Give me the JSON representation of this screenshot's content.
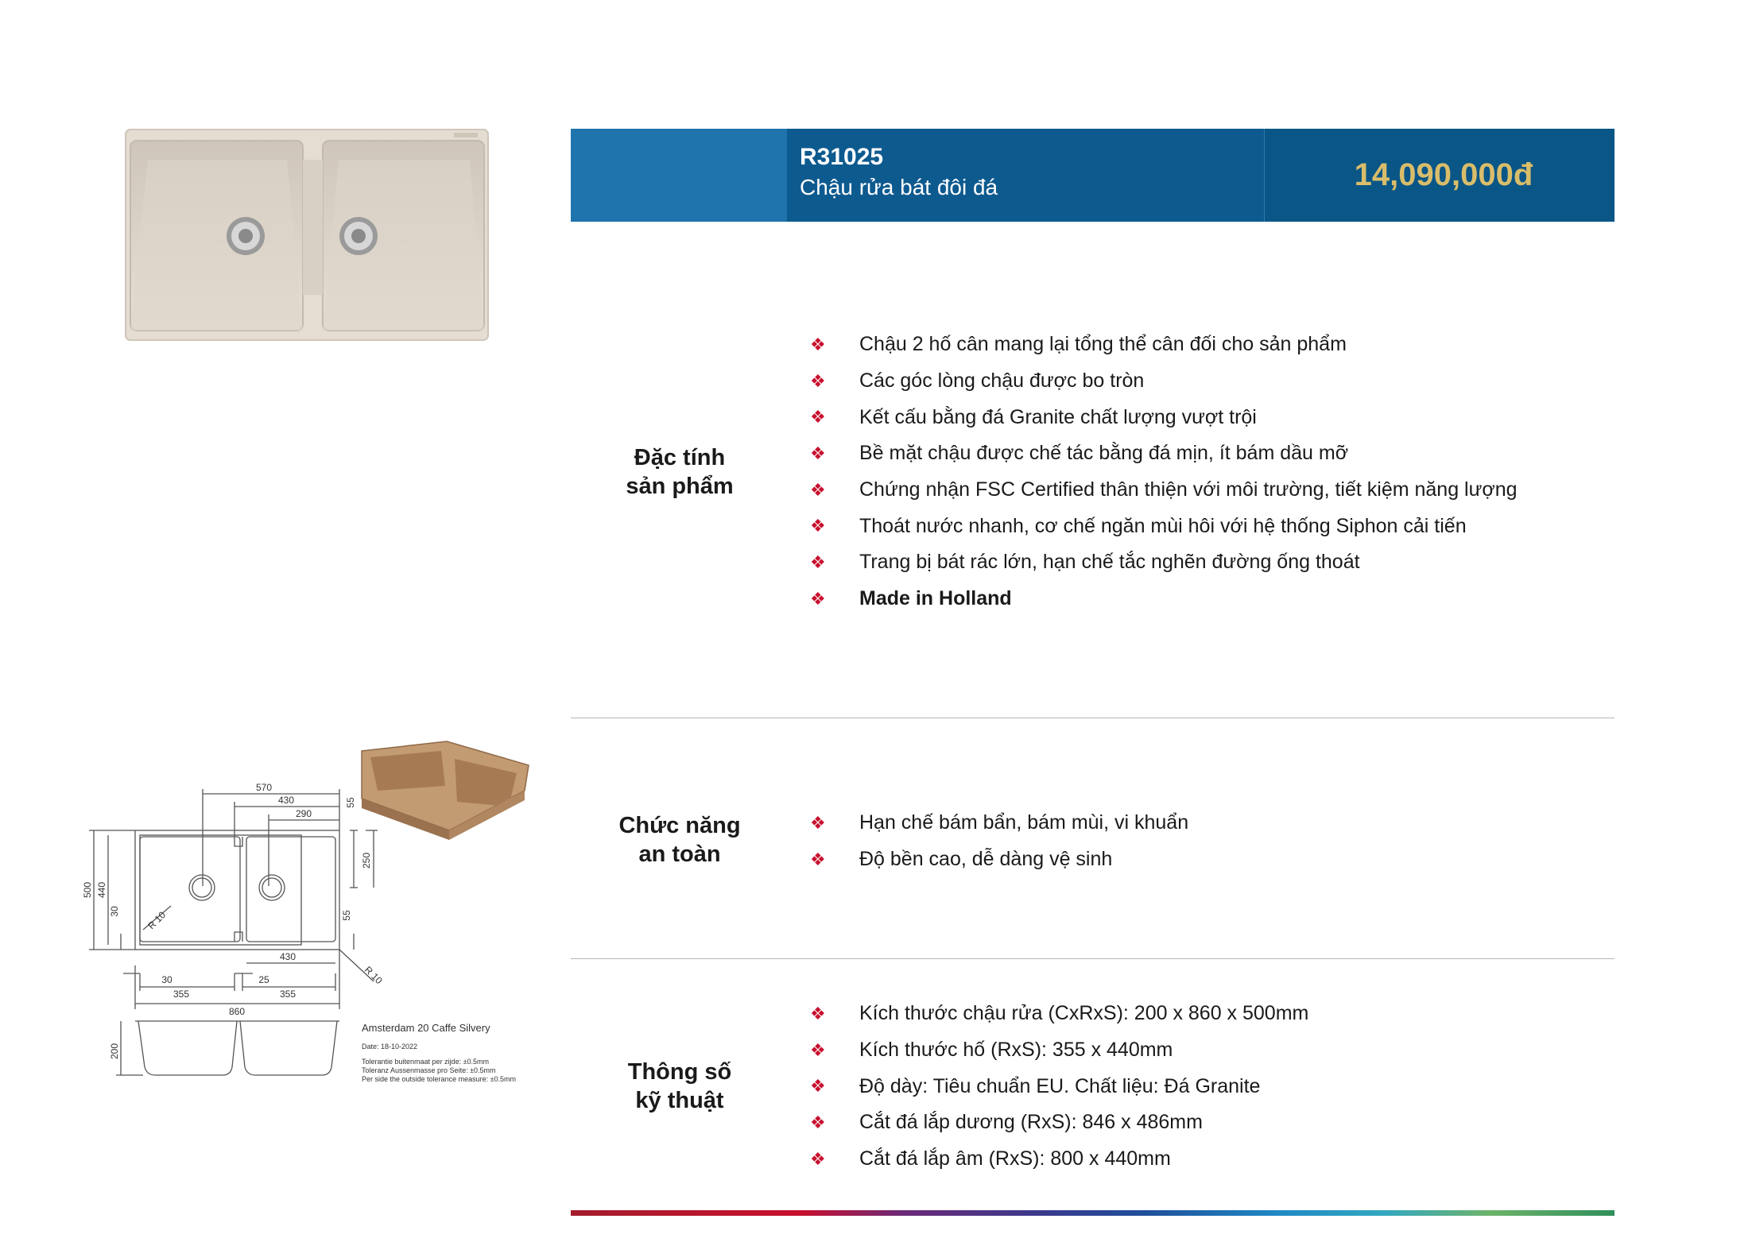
{
  "product": {
    "code": "R31025",
    "name": "Chậu rửa bát đôi đá",
    "price": "14,090,000đ"
  },
  "sections": {
    "features": {
      "title_line1": "Đặc tính",
      "title_line2": "sản phẩm",
      "items": [
        "Chậu 2 hố cân mang lại tổng thể cân đối cho sản phẩm",
        "Các góc lòng chậu được bo tròn",
        "Kết cấu bằng đá Granite chất lượng vượt trội",
        "Bề mặt chậu được chế tác bằng đá mịn, ít bám dầu mỡ",
        "Chứng nhận FSC Certified thân thiện với môi trường, tiết kiệm năng lượng",
        "Thoát nước nhanh, cơ chế ngăn mùi hôi với hệ thống Siphon cải tiến",
        "Trang bị bát rác lớn, hạn chế tắc nghẽn đường ống thoát",
        "Made in Holland"
      ]
    },
    "safety": {
      "title_line1": "Chức năng",
      "title_line2": "an toàn",
      "items": [
        "Hạn chế bám bẩn, bám mùi, vi khuẩn",
        "Độ bền cao, dễ dàng vệ sinh"
      ]
    },
    "specs": {
      "title_line1": "Thông số",
      "title_line2": "kỹ thuật",
      "items": [
        "Kích thước chậu rửa (CxRxS): 200 x 860 x 500mm",
        "Kích thước hố (RxS): 355 x 440mm",
        "Độ dày: Tiêu chuẩn EU. Chất liệu: Đá Granite",
        "Cắt đá lắp dương (RxS): 846 x 486mm",
        "Cắt đá lắp âm (RxS): 800 x 440mm"
      ]
    }
  },
  "drawing": {
    "dims": {
      "d570": "570",
      "d430": "430",
      "d290": "290",
      "d55a": "55",
      "d250": "250",
      "d55b": "55",
      "d500": "500",
      "d440": "440",
      "d30a": "30",
      "r10a": "R 10",
      "d430b": "430",
      "d30b": "30",
      "d355a": "355",
      "d25": "25",
      "d355b": "355",
      "d860": "860",
      "r10b": "R 10",
      "d200": "200"
    },
    "model": "Amsterdam 20 Caffe Silvery",
    "date": "Date: 18-10-2022",
    "tol1": "Tolerantie buitenmaat per zijde: ±0.5mm",
    "tol2": "Toleranz Aussenmasse pro Seite: ±0.5mm",
    "tol3": "Per side the outside tolerance measure: ±0.5mm"
  },
  "colors": {
    "header_blue": "#0d5a8f",
    "price_gold": "#d9bd6a",
    "bullet_red": "#c8102e",
    "sink_beige": "#e3dbd0",
    "sink_3d": "#b98c63"
  }
}
